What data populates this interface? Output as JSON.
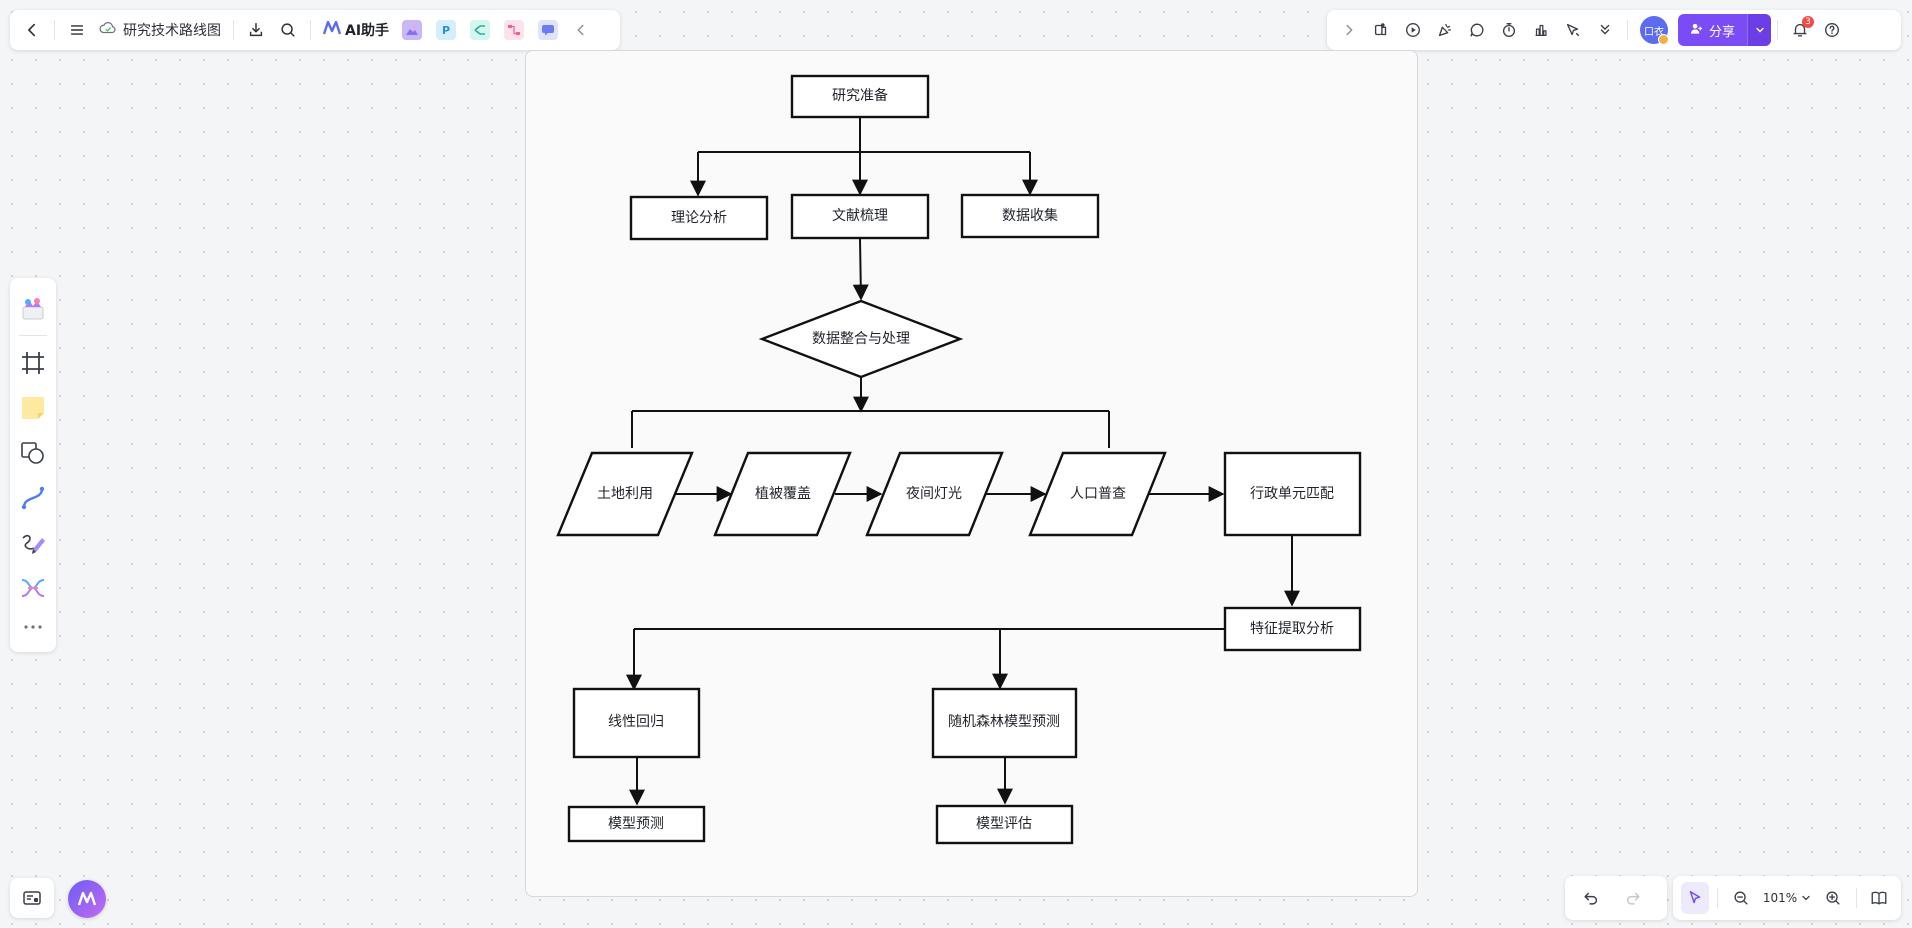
{
  "toolbar": {
    "doc_title": "研究技术路线图",
    "ai_label": "AI助手"
  },
  "header_right": {
    "avatar_text": "口衣",
    "share_label": "分享",
    "notification_count": "3"
  },
  "zoom": {
    "level": "101%"
  },
  "diagram": {
    "nodes": {
      "prep": "研究准备",
      "theory": "理论分析",
      "literature": "文献梳理",
      "collect": "数据收集",
      "integrate": "数据整合与处理",
      "landuse": "土地利用",
      "vegetation": "植被覆盖",
      "nightlight": "夜间灯光",
      "census": "人口普查",
      "admin": "行政单元匹配",
      "feature": "特征提取分析",
      "linear": "线性回归",
      "forest": "随机森林模型预测",
      "predict": "模型预测",
      "evaluate": "模型评估"
    }
  },
  "colors": {
    "accent": "#7b4cf5",
    "badge": "#f54a45",
    "canvas": "#fafafa"
  }
}
